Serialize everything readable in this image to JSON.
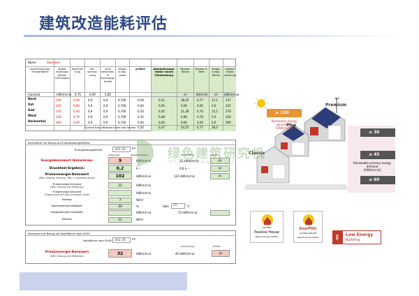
{
  "slide": {
    "title": "建筑改造能耗评估"
  },
  "sheet1": {
    "name_label": "Name",
    "name_value": "Standard",
    "headers": [
      "Ausrichtung der Fensterfläche",
      "Global-strahlung (Haupt-richtungen)",
      "Verschat-tung",
      "Ver-schmut-zung",
      "nicht senkrecht-er Strahlungs-einfall",
      "Vergla-sungs-anteil",
      "g-Wert",
      "Abminderungs-faktor solare Einstrahlung",
      "Fenster-fläche",
      "Fenster-U-Wert",
      "Vergla-sungs-fläche",
      "mittlere Global-strahlung"
    ],
    "units_row": [
      "maximal",
      "kWh/(m²a)",
      "0,75",
      "0,95",
      "0,85",
      "",
      "",
      "",
      "m²",
      "W/(m²K)",
      "m²",
      "kWh/(m²a)"
    ],
    "rows": [
      {
        "label": "Nord",
        "v": [
          "140",
          "0,40",
          "0,9",
          "0,9",
          "0,700",
          "0,50",
          "0,31",
          "38,25",
          "0,77",
          "17,2",
          "147"
        ]
      },
      {
        "label": "Ost",
        "v": [
          "225",
          "0,60",
          "0,9",
          "0,9",
          "0,700",
          "0,00",
          "0,00",
          "0,00",
          "0,00",
          "0,0",
          "225"
        ]
      },
      {
        "label": "Süd",
        "v": [
          "370",
          "0,40",
          "0,9",
          "0,9",
          "0,700",
          "0,50",
          "0,45",
          "21,28",
          "0,76",
          "15,5",
          "370"
        ]
      },
      {
        "label": "West",
        "v": [
          "230",
          "0,70",
          "0,9",
          "0,9",
          "0,700",
          "0,50",
          "0,48",
          "0,96",
          "0,78",
          "5,5",
          "230"
        ]
      },
      {
        "label": "Horizontal",
        "v": [
          "390",
          "0,00",
          "0,9",
          "0,9",
          "0,700",
          "0,00",
          "0,00",
          "0,00",
          "0,00",
          "0,0",
          "390"
        ]
      }
    ],
    "footer": "Summe bzw. Mittelwert über alle Fenster",
    "footer_values": [
      "0,50",
      "0,47",
      "54,55",
      "0,77",
      "38,2"
    ]
  },
  "sheet2": {
    "head": "Kennwerte mit Bezug auf Energiebezugsfläche",
    "ebf_label": "Energiebezugsfläche",
    "ebf_value": "262,36",
    "ebf_unit": "m²",
    "col_verwendet": "Verwendet:",
    "col_monat": "Monatsverfahren",
    "col_pha": "PH-Zertifikat",
    "col_erfuellt": "Erfüllt?",
    "heiz_label": "Energiekennwert Heizwärme:",
    "heiz_value": "9",
    "heiz_unit": "kWh/(m²a)",
    "heiz_limit": "15 kWh/(m²a)",
    "heiz_ok": "ja",
    "druck_label": "Drucktest-Ergebnis:",
    "druck_value": "0,2",
    "druck_unit": "h⁻¹",
    "druck_limit": "0,6 h⁻¹",
    "druck_ok": "ja",
    "prim_label": "Primärenergie-Kennwert",
    "prim_sub": "(WW, Heizung, Kühlung, Hilfs- u. Haushalts-Strom)",
    "prim_value": "102",
    "prim_unit": "kWh/(m²a)",
    "prim_limit": "120 kWh/(m²a)",
    "prim_ok": "ja",
    "prim2_label": "Primärenergie-Kennwert",
    "prim2_sub": "(WW, Heizung und Hilfsstrom)",
    "prim2_value": "32",
    "prim2_unit": "kWh/(m²a)",
    "prim3_label": "Primärenergie-Kennwert",
    "prim3_sub": "Einsparung durch solar erzeugten Strom",
    "prim3_unit": "kWh/(m²a)",
    "heizlast_label": "Heizlast:",
    "heizlast_value": "7",
    "heizlast_unit": "W/m²",
    "ueber_label": "Übertemperaturhäufigkeit:",
    "ueber_value": "49",
    "ueber_unit": "%",
    "ueber_over": "über",
    "ueber_temp": "25",
    "ueber_temp_unit": "°C",
    "nutz_label": "Energiekennwert Nutzkälte:",
    "nutz_unit": "kWh/(m²a)",
    "nutz_limit": "15 kWh/(m²a)",
    "kuehl_label": "Kühllast:",
    "kuehl_value": "11",
    "kuehl_unit": "W/m²"
  },
  "sheet3": {
    "head": "Kennwert mit Bezug auf Nutzfläche nach EnEV",
    "nutz_label": "Nutzfläche nach EnEV",
    "nutz_value": "262,36",
    "nutz_unit": "m²",
    "anf_label": "Anforderung",
    "erf_label": "Erfüllt?",
    "prim_label": "Primärenergie-Kennwert",
    "prim_sub": "(WW, Heizung und Hilfsstrom)",
    "prim_value": "32",
    "prim_unit": "kWh/(m²a)",
    "prim_limit": "40 kWh/(m²a)",
    "prim_ok": "ja"
  },
  "illustration": {
    "premium": "Premium",
    "plus": "Plus",
    "classic": "Classic",
    "price_120": "≤ 120",
    "price_30": "≤ 30",
    "price_45": "≤ 45",
    "price_60": "≤ 60",
    "renewable_gen": "Renewable energy generation",
    "renewable_gen_unit": "[kWh/(m²a)]",
    "renewable_dem": "Renewable primary energy demand",
    "renewable_dem_unit": "[kWh/(m²a)]"
  },
  "logos": {
    "ph_certified": "Certified",
    "ph_name": "Passive House",
    "ph_sub": "Passive House Institute",
    "enerphit": "EnerPHit",
    "enerphit_sub": "Certified Retrofit",
    "enerphit_inst": "Passive House Institute",
    "phi": "PHI",
    "low_energy": "Low Energy",
    "low_energy2": "Building"
  },
  "watermark": {
    "text": "绿色建筑研究机",
    "sub": "China Building Acade"
  },
  "colors": {
    "title": "#2f4a87",
    "green_cell": "#d7ebc9",
    "pink_cell": "#f4c9c0",
    "red_text": "#cc0000",
    "orange": "#e89335"
  }
}
